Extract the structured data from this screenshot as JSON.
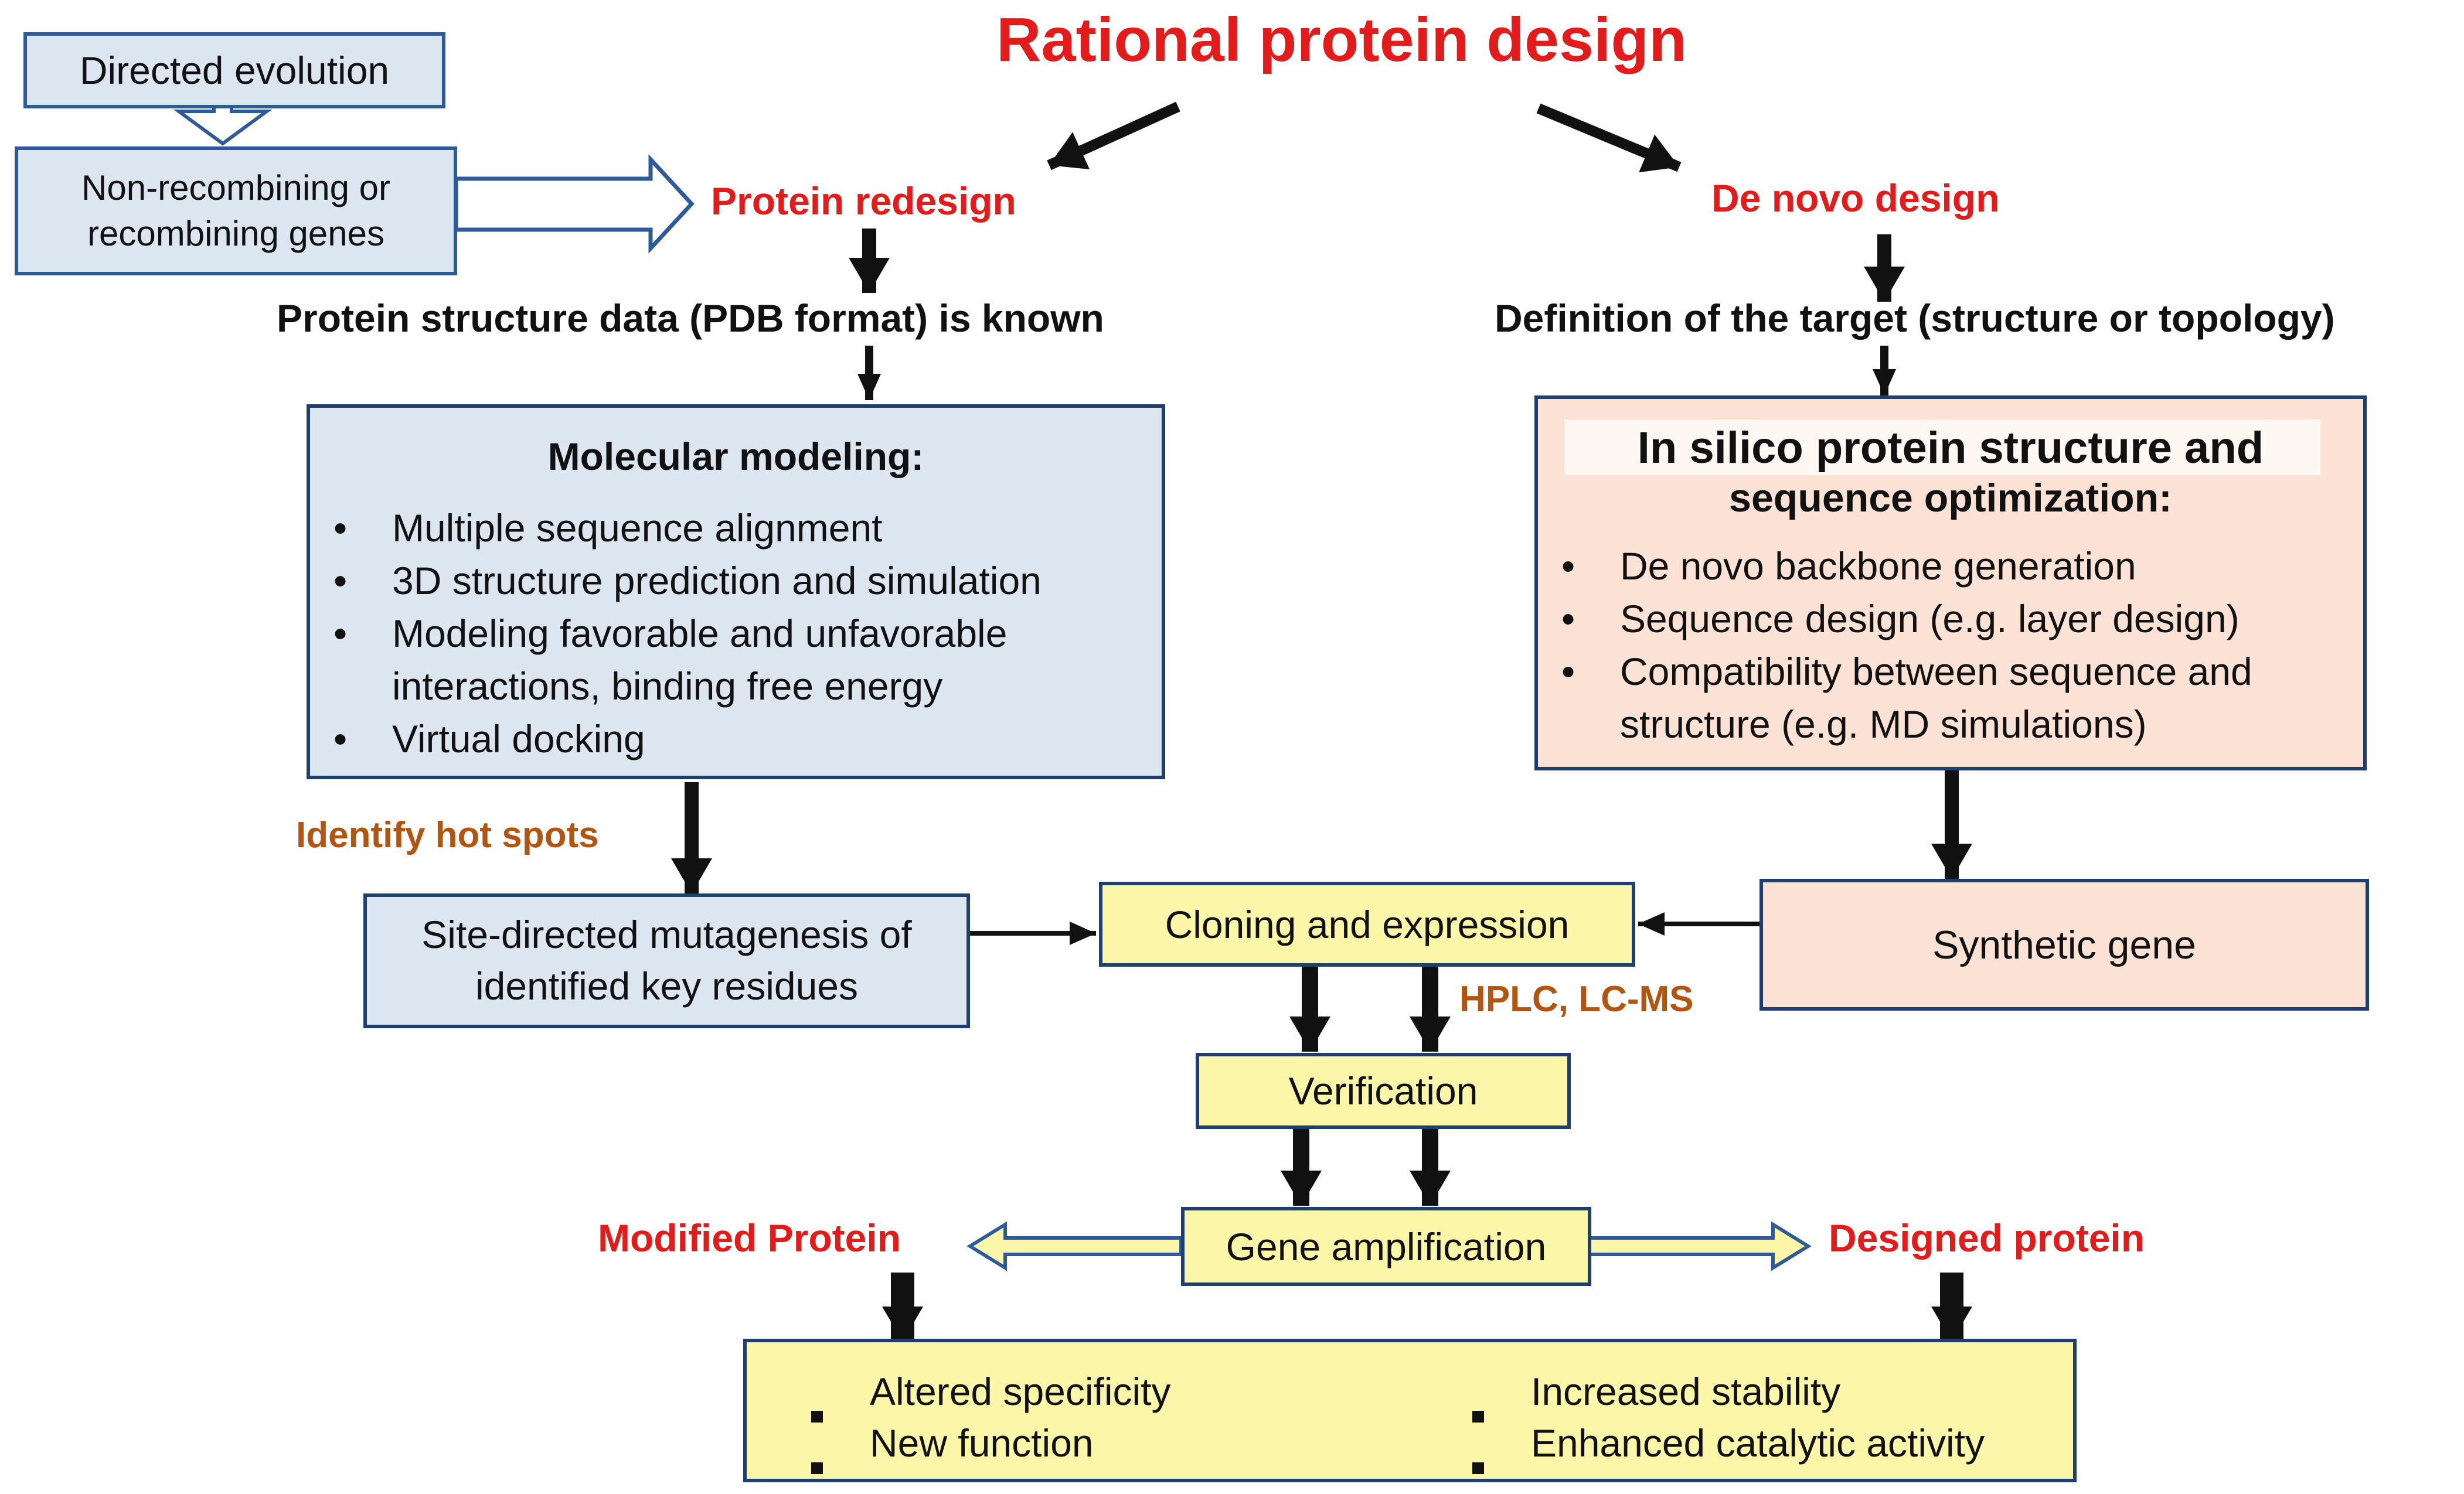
{
  "title": "Rational protein design",
  "directed_evolution": {
    "label": "Directed evolution",
    "genes": "Non-recombining or recombining genes"
  },
  "protein_redesign": {
    "label": "Protein redesign",
    "step": "Protein structure data (PDB format) is known",
    "modeling": {
      "heading": "Molecular modeling:",
      "items": [
        "Multiple sequence alignment",
        "3D structure prediction and simulation",
        "Modeling favorable and unfavorable interactions, binding free energy",
        "Virtual docking"
      ]
    },
    "hotspots": "Identify hot spots",
    "mutagenesis": "Site-directed mutagenesis of identified key residues"
  },
  "de_novo": {
    "label": "De novo design",
    "step": "Definition of the target (structure or topology)",
    "optimization": {
      "heading_line1": "In silico protein structure and",
      "heading_line2": "sequence optimization:",
      "items": [
        "De novo backbone generation",
        "Sequence design (e.g. layer design)",
        "Compatibility between sequence and structure (e.g. MD simulations)"
      ]
    },
    "synthetic_gene": "Synthetic gene"
  },
  "pipeline": {
    "cloning": "Cloning and expression",
    "hplc": "HPLC, LC-MS",
    "verification": "Verification",
    "amplification": "Gene amplification",
    "modified_protein": "Modified Protein",
    "designed_protein": "Designed protein"
  },
  "outcomes": {
    "items": [
      "Altered specificity",
      "New function",
      "Increased stability",
      "Enhanced catalytic activity"
    ]
  },
  "colors": {
    "accent_red": "#e31b1b",
    "accent_brown": "#b35410",
    "box_blue": "#dce6f1",
    "box_peach": "#fbe2d5",
    "box_yellow": "#fbf6a8",
    "border_navy": "#1f3f73"
  }
}
